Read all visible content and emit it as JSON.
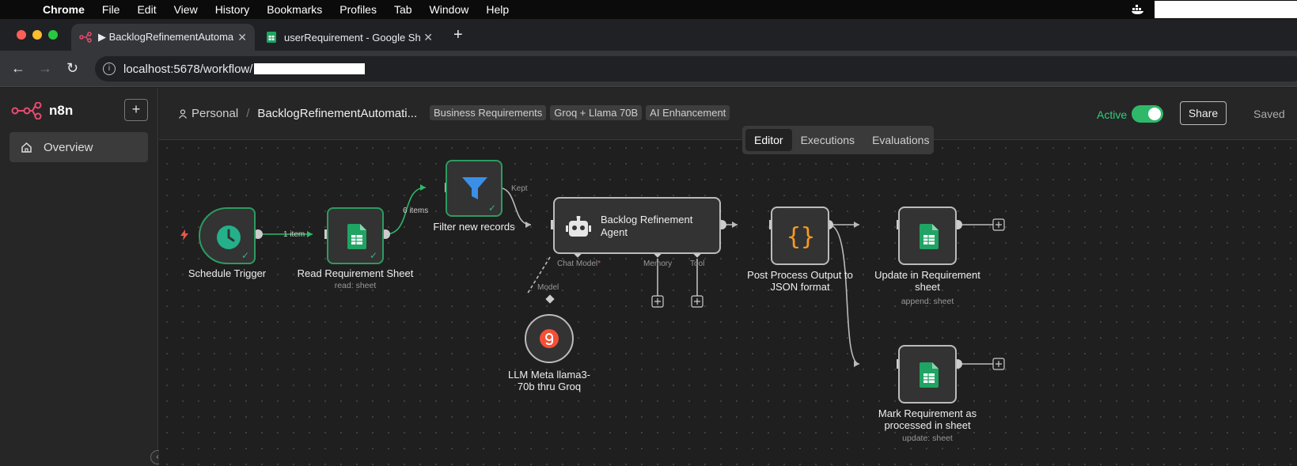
{
  "menubar": {
    "items": [
      "Chrome",
      "File",
      "Edit",
      "View",
      "History",
      "Bookmarks",
      "Profiles",
      "Tab",
      "Window",
      "Help"
    ]
  },
  "browser": {
    "tabs": [
      {
        "label": "▶ BacklogRefinementAutoma",
        "active": true
      },
      {
        "label": "userRequirement - Google Sh",
        "active": false
      }
    ],
    "url": "localhost:5678/workflow/"
  },
  "sidebar": {
    "brand": "n8n",
    "add_label": "+",
    "overview_label": "Overview"
  },
  "header": {
    "project": "Personal",
    "workflow_name": "BacklogRefinementAutomati...",
    "tags": [
      "Business Requirements",
      "Groq + Llama 70B",
      "AI Enhancement"
    ],
    "active_label": "Active",
    "active": true,
    "share_label": "Share",
    "saved_label": "Saved"
  },
  "view_tabs": [
    "Editor",
    "Executions",
    "Evaluations"
  ],
  "selected_view": "Editor",
  "workflow": {
    "nodes": {
      "schedule": {
        "name": "Schedule Trigger"
      },
      "read_sheet": {
        "name": "Read Requirement Sheet",
        "subtitle": "read: sheet"
      },
      "filter": {
        "name": "Filter new records"
      },
      "agent": {
        "name": "Backlog Refinement Agent",
        "line1": "Backlog Refinement",
        "line2": "Agent"
      },
      "post_process": {
        "name": "Post Process Output to JSON format",
        "line1": "Post Process Output to",
        "line2": "JSON format"
      },
      "update_sheet": {
        "line1": "Update in Requirement",
        "line2": "sheet",
        "subtitle": "append: sheet"
      },
      "mark_sheet": {
        "line1": "Mark Requirement as",
        "line2": "processed in sheet",
        "subtitle": "update: sheet"
      },
      "llm": {
        "line1": "LLM Meta llama3-",
        "line2": "70b thru Groq"
      }
    },
    "edge_labels": {
      "trigger_to_read": "1 item",
      "read_to_filter": "6 items",
      "filter_kept": "Kept",
      "llm_model": "Model"
    },
    "agent_ports": {
      "chat_model": "Chat Model",
      "required_mark": "*",
      "memory": "Memory",
      "tool": "Tool"
    }
  },
  "colors": {
    "success": "#2fb86a",
    "accent": "#ea4b71",
    "sheets": "#1fa463",
    "filter": "#3b8fe6",
    "code": "#f59a23",
    "groq": "#f55036"
  }
}
